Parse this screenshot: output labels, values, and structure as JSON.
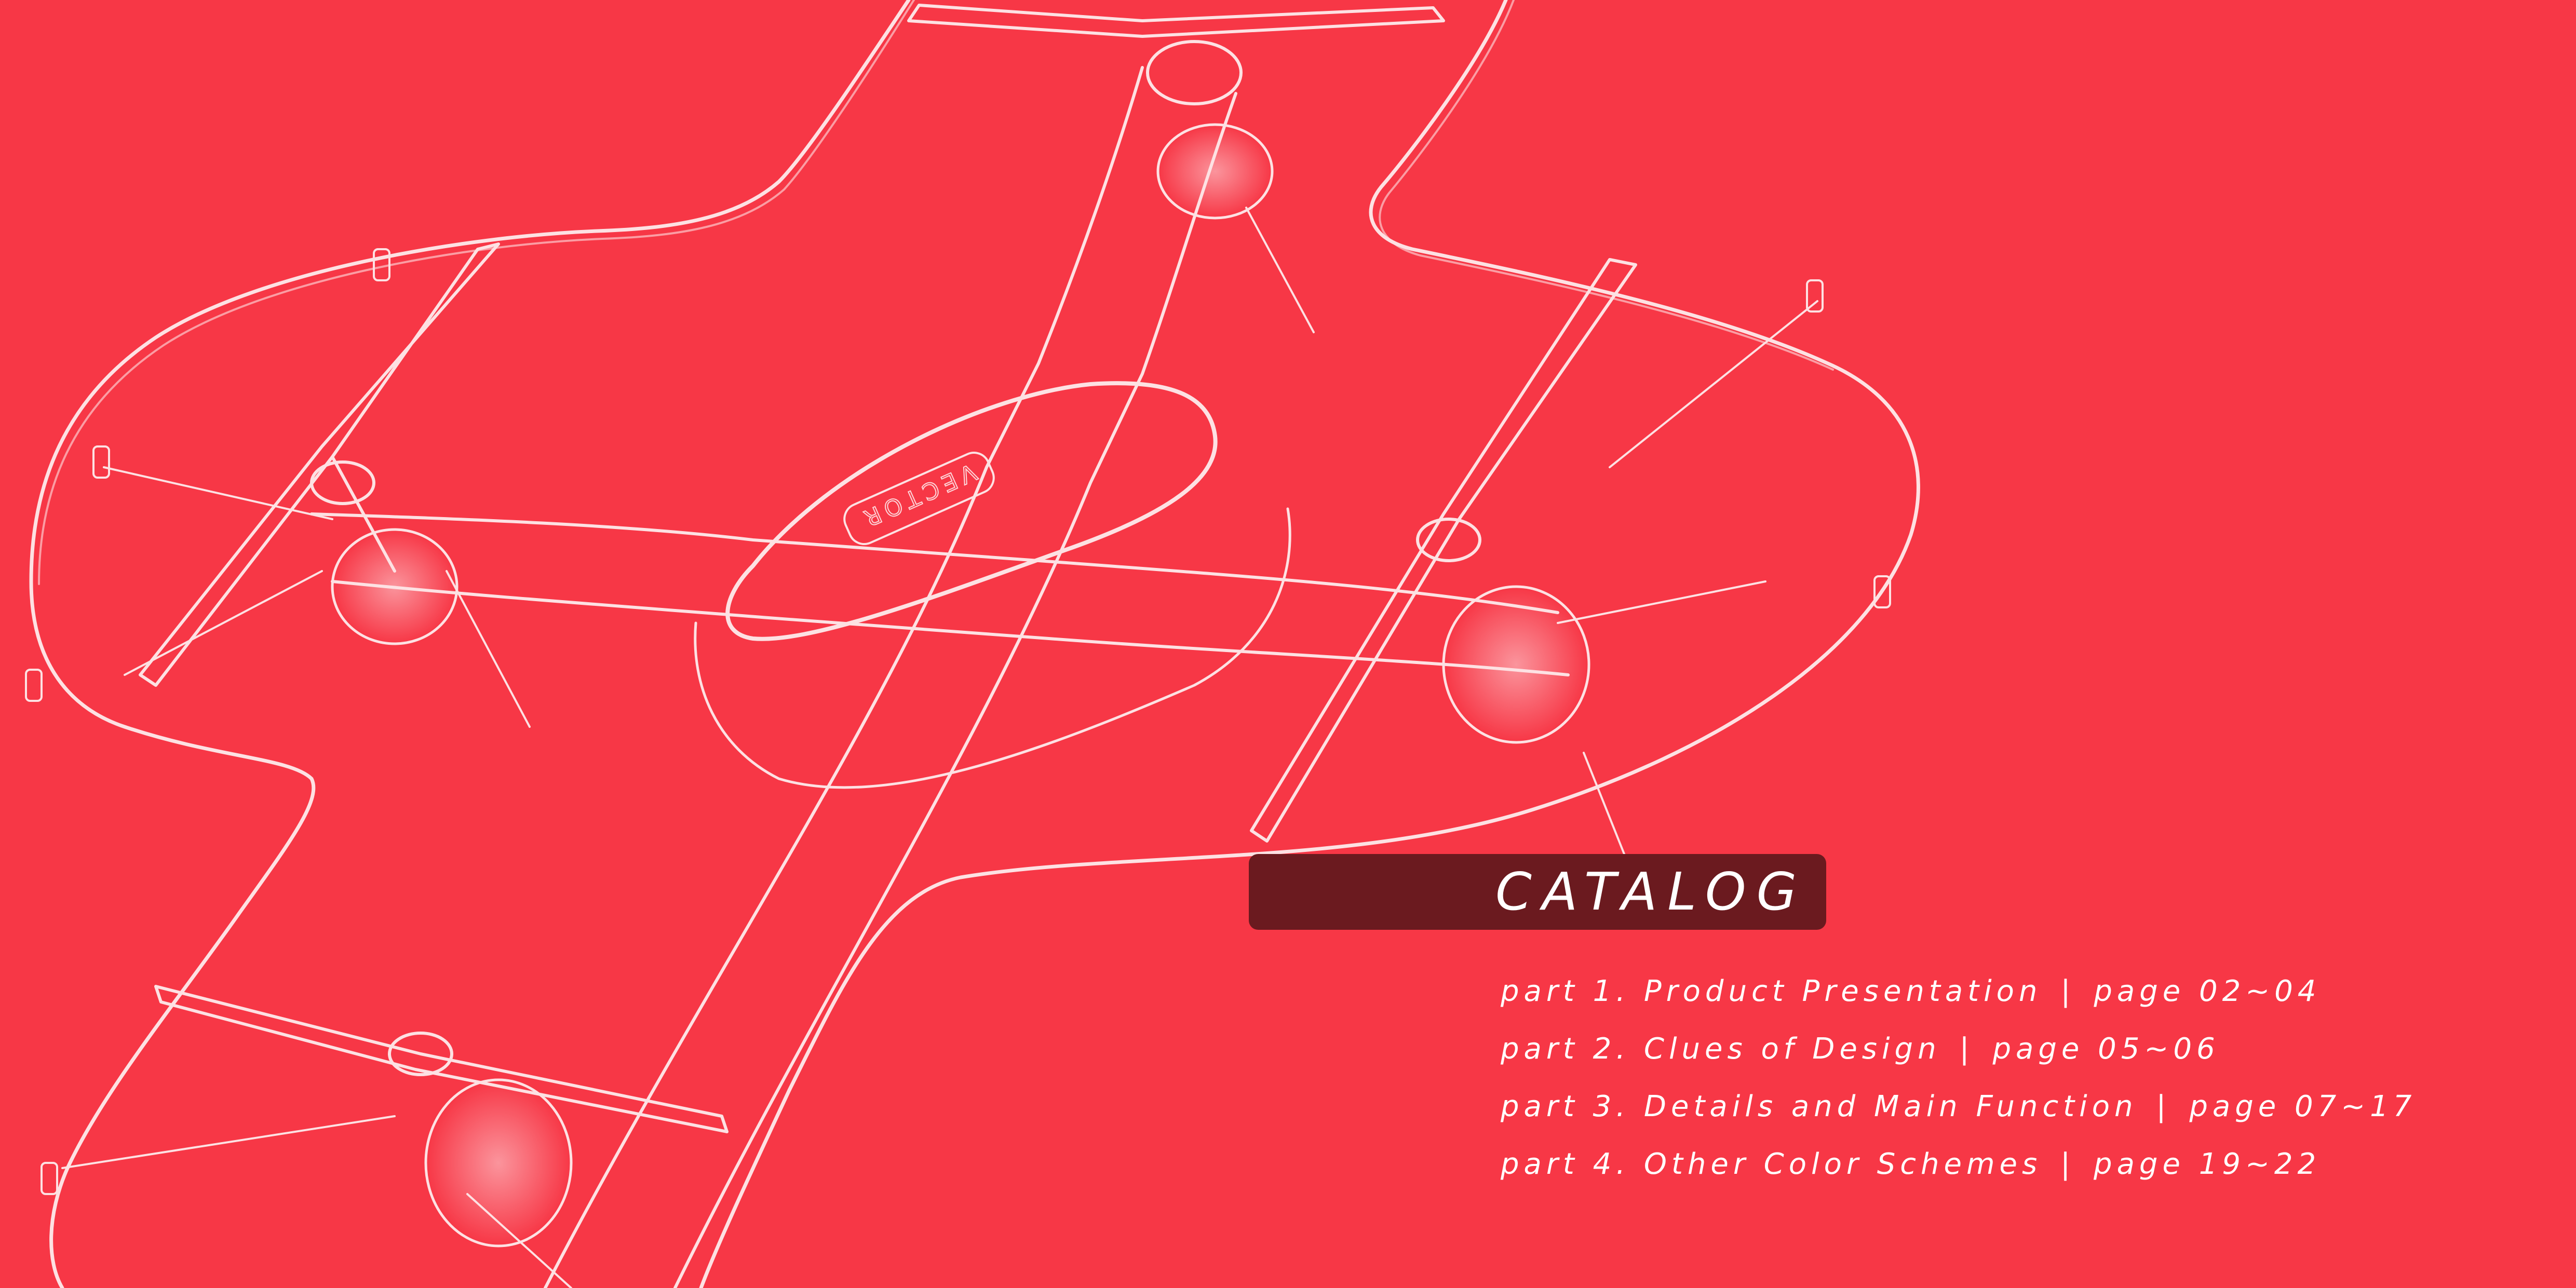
{
  "colors": {
    "background": "#F73746",
    "banner": "#6B1A1F",
    "text": "#FFFFFF",
    "linework": "#FFFFFF"
  },
  "illustration": {
    "subject": "drone wireframe",
    "body_label": "VECTOR"
  },
  "catalog": {
    "title": "CATALOG",
    "entries": [
      {
        "part": "part 1. Product Presentation",
        "separator": "|",
        "pages": "page 02~04"
      },
      {
        "part": "part 2. Clues of Design",
        "separator": "|",
        "pages": "page 05~06"
      },
      {
        "part": "part 3. Details and Main Function",
        "separator": "|",
        "pages": "page 07~17"
      },
      {
        "part": "part 4. Other Color Schemes",
        "separator": "|",
        "pages": "page 19~22"
      }
    ]
  }
}
